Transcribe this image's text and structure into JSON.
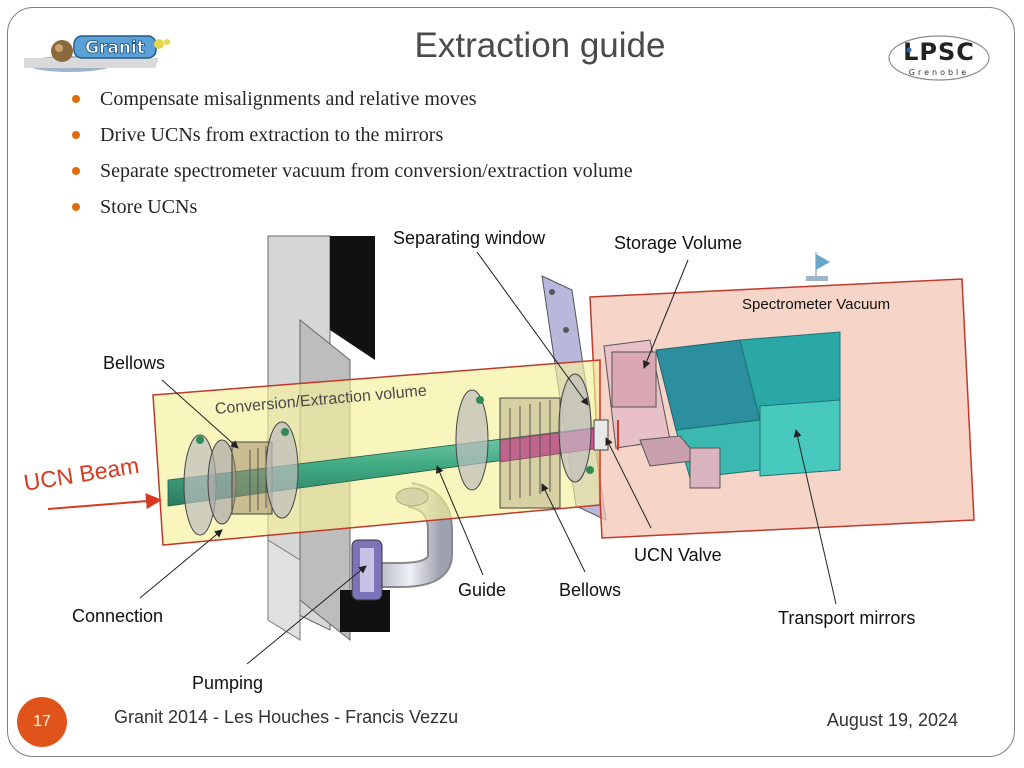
{
  "slide": {
    "title": "Extraction guide",
    "page_number": "17",
    "footer_left": "Granit 2014 - Les Houches - Francis Vezzu",
    "footer_right": "August 19, 2024"
  },
  "bullets": [
    "Compensate misalignments and relative moves",
    "Drive UCNs from extraction to the mirrors",
    "Separate spectrometer vacuum from conversion/extraction volume",
    "Store UCNs"
  ],
  "labels": {
    "separating_window": "Separating window",
    "storage_volume": "Storage Volume",
    "spectrometer_vacuum": "Spectrometer Vacuum",
    "bellows_top": "Bellows",
    "conversion_volume": "Conversion/Extraction volume",
    "ucn_beam": "UCN Beam",
    "ucn_valve": "UCN Valve",
    "guide": "Guide",
    "bellows_bottom": "Bellows",
    "connection": "Connection",
    "transport_mirrors": "Transport mirrors",
    "pumping": "Pumping"
  },
  "logos": {
    "left_logo": "Granit",
    "right_logo_main": "LPSC",
    "right_logo_sub": "Grenoble"
  },
  "colors": {
    "accent": "#e36c0a",
    "page_badge": "#e0541b",
    "beam_text": "#d9391e",
    "conversion_zone": "#f4f19a",
    "spectrometer_zone": "#f3c6b4"
  }
}
